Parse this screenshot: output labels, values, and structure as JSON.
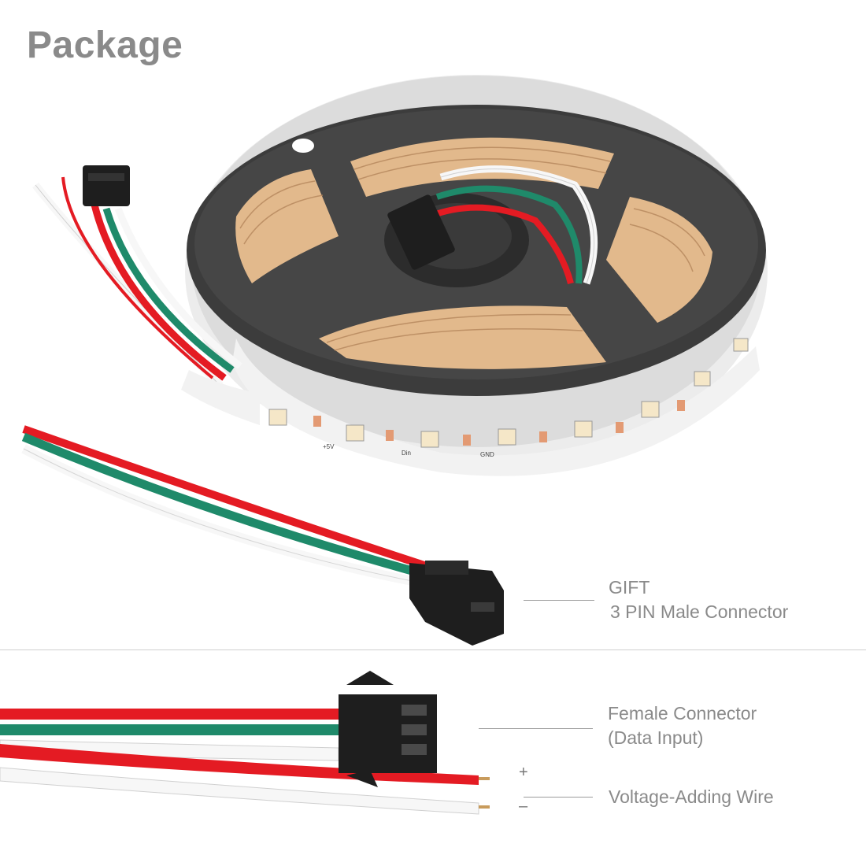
{
  "title": "Package",
  "colors": {
    "title": "#8a8a8a",
    "label": "#8a8a8a",
    "divider": "#cfcfcf",
    "wire_red": "#e41b23",
    "wire_green": "#1f8a6a",
    "wire_white": "#f7f7f7",
    "reel": "#3c3c3c",
    "strip_copper": "#e2b98c",
    "connector": "#1e1e1e"
  },
  "gift": {
    "line1": "GIFT",
    "line2": "3 PIN Male Connector"
  },
  "female_connector": {
    "line1": "Female Connector",
    "line2": "(Data Input)"
  },
  "voltage_wire": {
    "label": "Voltage-Adding Wire",
    "plus": "+",
    "minus": "–"
  },
  "strip_print": {
    "pin_a": "+5V",
    "pin_b": "Din",
    "pin_c": "GND"
  }
}
